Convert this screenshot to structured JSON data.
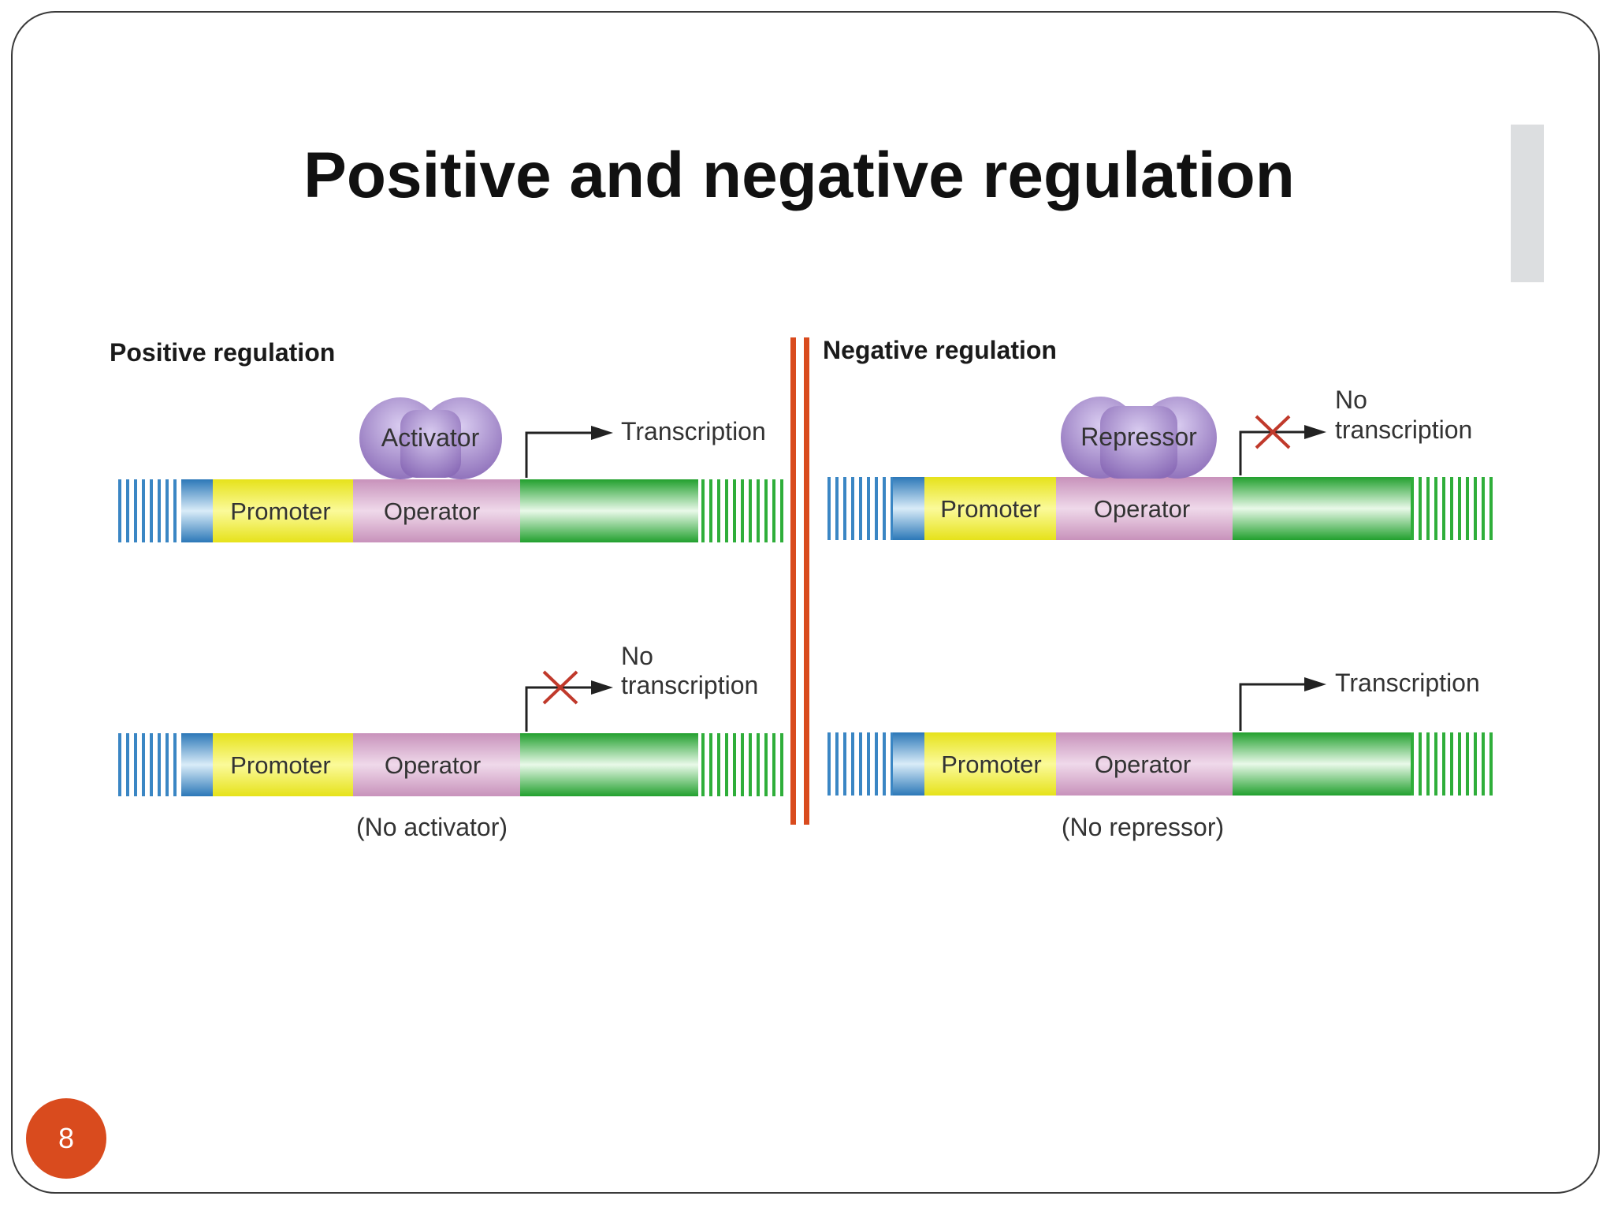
{
  "slide": {
    "title": "Positive and negative regulation",
    "page_number": "8"
  },
  "labels": {
    "promoter": "Promoter",
    "operator": "Operator",
    "transcription": "Transcription",
    "no": "No",
    "transcription_lower": "transcription",
    "no_activator": "(No activator)",
    "no_repressor": "(No repressor)"
  },
  "positive": {
    "heading": "Positive regulation",
    "protein": "Activator"
  },
  "negative": {
    "heading": "Negative regulation",
    "protein": "Repressor"
  },
  "colors": {
    "accent": "#d94b1e",
    "promoter": "#f2ee3a",
    "operator": "#d7a9cc",
    "gene": "#2fae3a",
    "flank": "#3a86c4",
    "protein": "#9b7fc4",
    "cross": "#c0392b"
  }
}
